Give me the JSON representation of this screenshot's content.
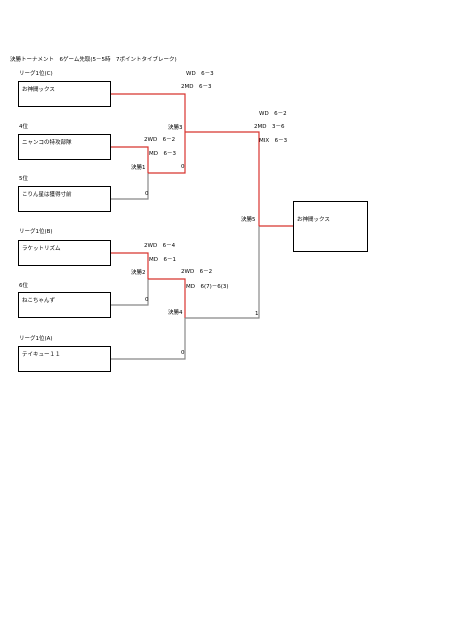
{
  "title": "決勝トーナメント　6ゲーム先取(5－5時　7ポイントタイブレーク)",
  "teams": [
    {
      "seed": "リーグ1位(C)",
      "name": "お神間ックス"
    },
    {
      "seed": "4位",
      "name": "ニャンコの特攻部隊"
    },
    {
      "seed": "5位",
      "name": "こりん星は獲得寸前"
    },
    {
      "seed": "リーグ1位(B)",
      "name": "ラケットリズム"
    },
    {
      "seed": "6位",
      "name": "ねこちゃんず"
    },
    {
      "seed": "リーグ1位(A)",
      "name": "テイキュー１１"
    }
  ],
  "matches": {
    "m1": {
      "label": "決勝1",
      "score_top": "",
      "score_bottom": "0"
    },
    "m2": {
      "label": "決勝2",
      "score_top": "",
      "score_bottom": "0"
    },
    "m3": {
      "label": "決勝3",
      "score_top": "",
      "score_bottom": "0"
    },
    "m4": {
      "label": "決勝4",
      "score_top": "",
      "score_bottom": "0"
    },
    "m5": {
      "label": "決勝5",
      "score_top": "",
      "score_bottom": "1"
    }
  },
  "scores": {
    "s3": [
      "WD　6－3",
      "2MD　6－3"
    ],
    "s1": [
      "2WD　6－2",
      "MD　6－3"
    ],
    "s2": [
      "2WD　6－4",
      "MD　6－1"
    ],
    "s4": [
      "2WD　6－2",
      "MD　6(7)－6(3)"
    ],
    "s5": [
      "WD　6－2",
      "2MD　3－6",
      "MIX　6－3"
    ]
  },
  "winner": "お神間ックス",
  "colors": {
    "win_line": "#d8342f",
    "lose_line": "#888888"
  }
}
